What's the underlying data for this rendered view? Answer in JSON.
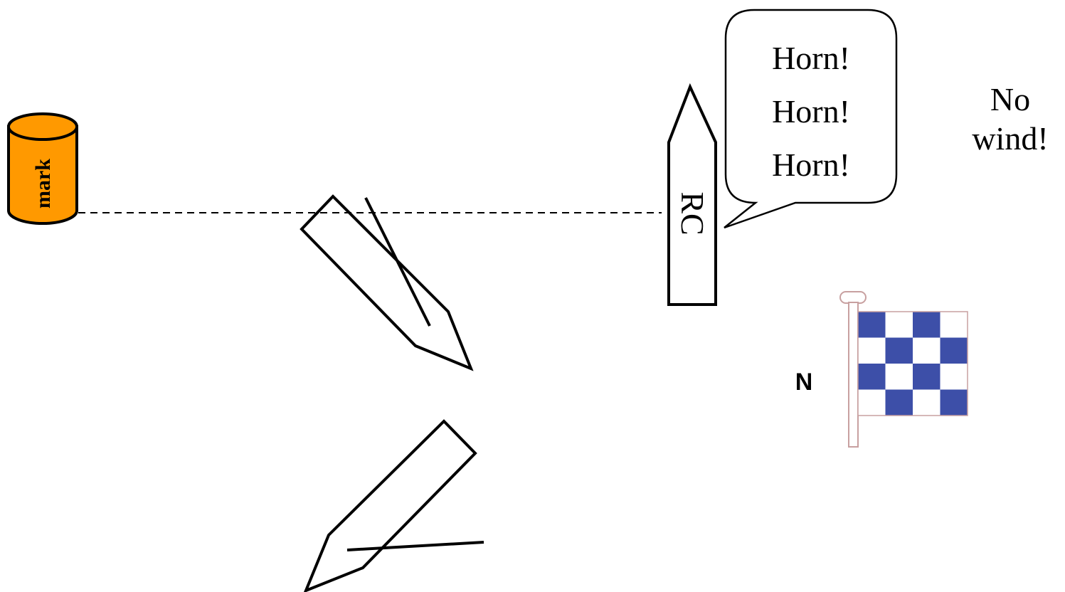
{
  "mark": {
    "label": "mark",
    "color": "#ff9900"
  },
  "committee_boat": {
    "label": "RC"
  },
  "speech": {
    "lines": [
      "Horn!",
      "Horn!",
      "Horn!"
    ]
  },
  "wind_note": {
    "lines": [
      "No",
      "wind!"
    ]
  },
  "flag": {
    "letter": "N",
    "color_dark": "#3d4fa8",
    "color_light": "#ffffff",
    "pole_color": "#c8a0a0"
  }
}
